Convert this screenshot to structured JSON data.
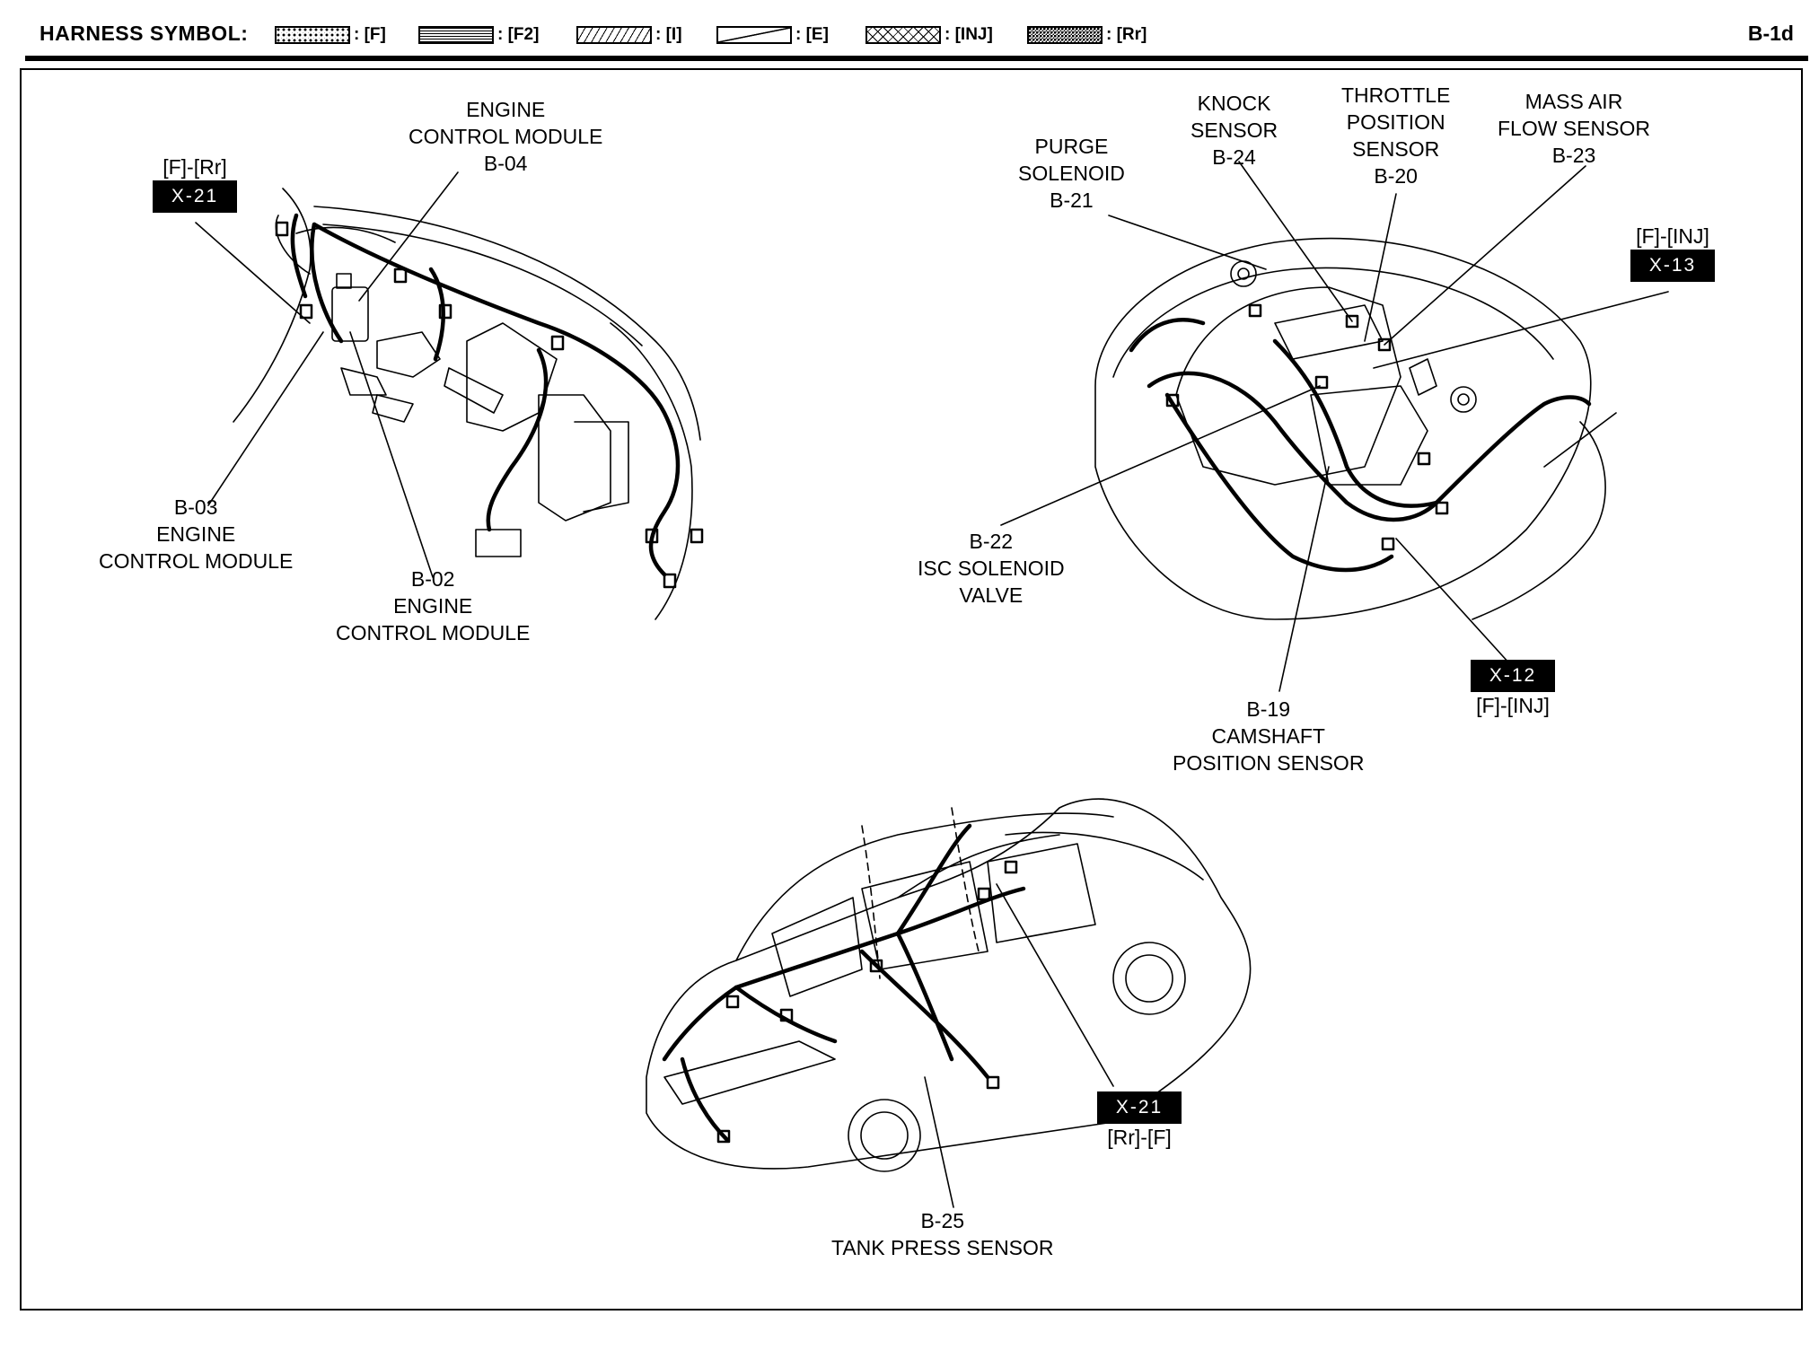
{
  "header": {
    "title": "HARNESS SYMBOL:",
    "page_id": "B-1d",
    "legend": [
      {
        "code": ": [F]",
        "pattern": "dotted"
      },
      {
        "code": ": [F2]",
        "pattern": "fine-hatch"
      },
      {
        "code": ": [I]",
        "pattern": "diagonal-hatch"
      },
      {
        "code": ": [E]",
        "pattern": "single-diagonal"
      },
      {
        "code": ": [INJ]",
        "pattern": "cross-hatch"
      },
      {
        "code": ": [Rr]",
        "pattern": "dense-dots"
      }
    ]
  },
  "labels": {
    "b04": [
      "ENGINE",
      "CONTROL MODULE",
      "B-04"
    ],
    "b03": [
      "B-03",
      "ENGINE",
      "CONTROL MODULE"
    ],
    "b02": [
      "B-02",
      "ENGINE",
      "CONTROL MODULE"
    ],
    "b21": [
      "PURGE",
      "SOLENOID",
      "B-21"
    ],
    "b24": [
      "KNOCK",
      "SENSOR",
      "B-24"
    ],
    "b20": [
      "THROTTLE",
      "POSITION",
      "SENSOR",
      "B-20"
    ],
    "b23": [
      "MASS AIR",
      "FLOW SENSOR",
      "B-23"
    ],
    "b22": [
      "B-22",
      "ISC SOLENOID",
      "VALVE"
    ],
    "b19": [
      "B-19",
      "CAMSHAFT",
      "POSITION SENSOR"
    ],
    "b25": [
      "B-25",
      "TANK PRESS SENSOR"
    ]
  },
  "connectors": {
    "x21_dash": {
      "id": "X-21",
      "code": "[F]-[Rr]"
    },
    "x13": {
      "id": "X-13",
      "code": "[F]-[INJ]"
    },
    "x12": {
      "id": "X-12",
      "code": "[F]-[INJ]"
    },
    "x21_body": {
      "id": "X-21",
      "code": "[Rr]-[F]"
    }
  }
}
